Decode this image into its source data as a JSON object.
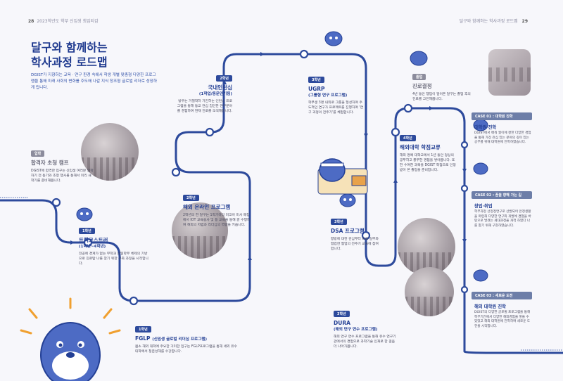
{
  "folio": {
    "left_num": "28",
    "left_text": "2023학년도 학부 신입생 최임되감",
    "right_text": "달구와 함께하는 학사과정 로드맵",
    "right_num": "29"
  },
  "title": {
    "line1": "달구와 함께하는",
    "line2": "학사과정 로드맵"
  },
  "intro": "DGIST가 지향하는 교육 · 연구 환경 속에서 학생 개별 맞춤형 다양한 프로그램을 통해 미래 사회의 변화를 주도해 나갈 지식 창조형 글로벌 리더로 성장하게 됩니다.",
  "nodes": {
    "orientation": {
      "tag": "입학",
      "title": "합격자 초청 캠프",
      "desc": "DGIST에 합격한 입구는 신입생 여러분 입학하기 전 동기와 초청 행사를 통해서 미리 새 학기를 준비해봅니다."
    },
    "trackcourse": {
      "tag": "1학년",
      "title": "트랙코스트러",
      "sub": "(1학년~4학년)",
      "desc": "전공에 경계가 없는 무학과 단일학부 체제의 기반으로 진로탐 나를 찾기 위한 구축 과정을 시작합니다."
    },
    "fglp": {
      "tag": "1학년",
      "title": "FGLP",
      "sub": "(신입생 글로벌 리더십 프로그램)",
      "desc": "봄소 해외 대학에 주요한 거미한 입구는 FGLP프로그램을 통해 세외 유수 대학에서 청운성해를 수강합니다."
    },
    "online": {
      "tag": "2학년",
      "title": "해외 온라인 프로그램",
      "desc": "2학년의 한 달구는 1학기마다 미코아 미사 매칭에서 IOT 교육용사 및 등 교육을 통해 글 수행하여 해외의 저렴과 리더십의 역량을 키웁니다."
    },
    "internship": {
      "tag": "2학년",
      "title": "국내인턴십",
      "sub": "(1학업/동문인기됨)",
      "desc": "방우는 거철학하 가진하는 인턴십 프로그램을 통해 동교 연십 집단한 연구분야를 경험하며 현재 진로를 모색해봅니다."
    },
    "ugrp": {
      "tag": "3학년",
      "title": "UGRP",
      "sub": "(그룹형 연구 프로그램)",
      "desc": "학부생 3명 내외로 그룹을 형성하여 주도적인 연구가 프로젝트를 진행하며 '연구 과정의 전주기'를 체험합니다."
    },
    "dsa": {
      "tag": "3학년",
      "title": "DSA 프로그램",
      "desc": "향방에 대한 관심부터 프로 실무와 협업한 협업의 전주기 교육에 참여합니다."
    },
    "dura": {
      "tag": "3학년",
      "title": "DURA",
      "sub": "(해외 연구 연수 프로그램)",
      "desc": "해외 연구 연수 프로그램을 통해 유수 연구기관에서의 경험으로 과학기술 인재로 한 걸음 더 나아가봅니다."
    },
    "exchange": {
      "tag": "4학년",
      "title": "해외대학 학점교류",
      "desc": "해외 명예 대학교에서 1년 동안 정상의 공부하고 풍부한 경험을 쌓아봅니다. 또한 수여한 과목을 DGIST 학점으로 인정받아 본 졸업을 준비합니다."
    },
    "career": {
      "tag": "졸업",
      "title": "진로결정",
      "desc": "4년 동안 행입이 일어온 달구는 졸업 후의 진로를 고민해봅니다."
    }
  },
  "cases": [
    {
      "label": "CASE 01 : 대학원 진학",
      "title": "대학원 진학",
      "desc": "DGIST에서 배워 웠이에 잘한 다양한 경험을 통해 가장 관심 있는 분야의 깊이 있는 공부를 위해 대학원에 진학하였습니다."
    },
    {
      "label": "CASE 02 : 꿈을 향해 가는 길",
      "title": "창업·취업",
      "desc": "학부과정 선정정연구로 선발되어 안정생활을 마련해 다양한 연구와 개발에 경험을 바탕으로 발견는 세대과정을 개척 하였다 나를 찾기 위해 구현하였습니다."
    },
    {
      "label": "CASE 03 : 새로운 도전",
      "title": "해외 대학원 진학",
      "desc": "DGIST의 다양한 글로벌 프로그램을 통해 학부기간에서 다양한 해외경험을 쌓을 수 있었고 해외 대학원에 진학하여 새로운 도전을 시작합니다."
    }
  ],
  "colors": {
    "accent": "#2d4a9c",
    "path": "#2d4a9c"
  }
}
